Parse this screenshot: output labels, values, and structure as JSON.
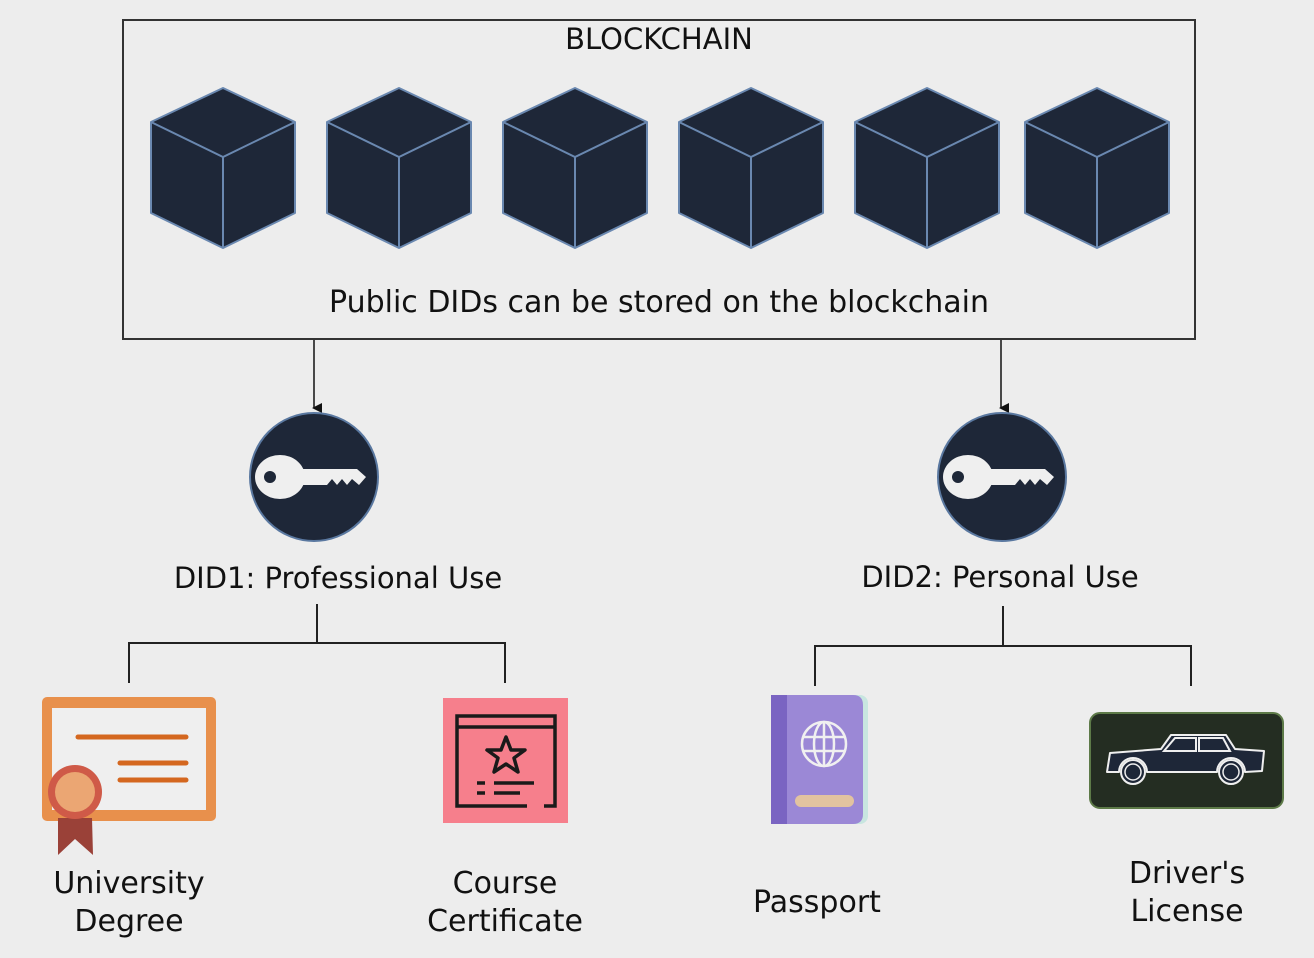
{
  "blockchain": {
    "title": "BLOCKCHAIN",
    "caption": "Public DIDs can be stored on the blockchain",
    "block_count": 6,
    "block_icon": "cube-icon"
  },
  "dids": [
    {
      "label": "DID1: Professional Use",
      "icon": "key-icon",
      "credentials": [
        {
          "label_line1": "University",
          "label_line2": "Degree",
          "icon": "certificate-ribbon-icon"
        },
        {
          "label_line1": "Course",
          "label_line2": "Certificate",
          "icon": "star-certificate-icon"
        }
      ]
    },
    {
      "label": "DID2: Personal Use",
      "icon": "key-icon",
      "credentials": [
        {
          "label_line1": "Passport",
          "label_line2": "",
          "icon": "passport-globe-icon"
        },
        {
          "label_line1": "Driver's",
          "label_line2": "License",
          "icon": "car-icon"
        }
      ]
    }
  ],
  "colors": {
    "background": "#ededed",
    "block_fill": "#1e2738",
    "block_stroke": "#6a88b0",
    "key_circle": "#1e2738",
    "degree_orange": "#e8904c",
    "course_pink": "#f67f8c",
    "passport_purple": "#9b88d6",
    "license_green": "#242d22"
  }
}
